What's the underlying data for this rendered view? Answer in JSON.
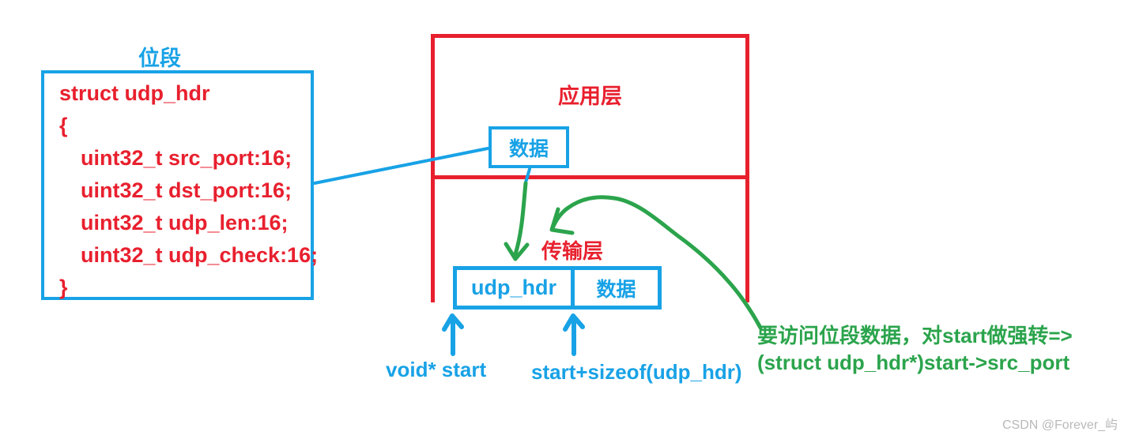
{
  "colors": {
    "blue": "#18a2e6",
    "red": "#e8202e",
    "green": "#2ba44c",
    "watermark": "#b9b9b9"
  },
  "bitfield": {
    "title": "位段",
    "code_lines": [
      "struct udp_hdr",
      "{",
      "uint32_t src_port:16;",
      "uint32_t dst_port:16;",
      "uint32_t udp_len:16;",
      "uint32_t udp_check:16;",
      "}"
    ]
  },
  "layers": {
    "application_label": "应用层",
    "application_data_label": "数据",
    "transport_label": "传输层"
  },
  "packet": {
    "header_label": "udp_hdr",
    "data_label": "数据"
  },
  "pointers": {
    "start_label": "void* start",
    "offset_label": "start+sizeof(udp_hdr)"
  },
  "note": {
    "line1": "要访问位段数据，对start做强转=>",
    "line2": "(struct udp_hdr*)start->src_port"
  },
  "watermark": "CSDN @Forever_屿"
}
